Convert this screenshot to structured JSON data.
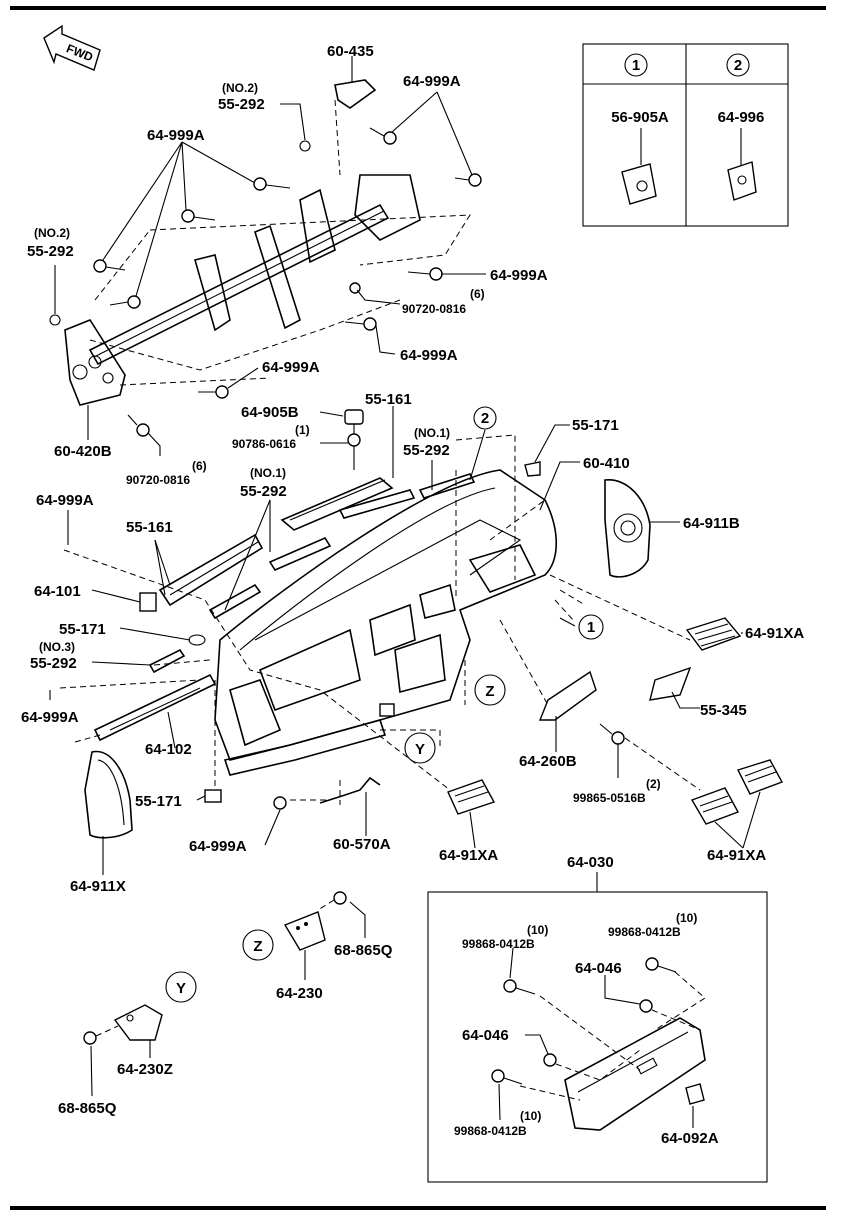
{
  "fwd_label": "FWD",
  "legend": {
    "cols": [
      {
        "key": "1",
        "part": "56-905A"
      },
      {
        "key": "2",
        "part": "64-996"
      }
    ]
  },
  "labels": {
    "p60_435": "60-435",
    "no2_a": "(NO.2)",
    "p55_292_a": "55-292",
    "p64_999a_top": "64-999A",
    "p64_999a_left": "64-999A",
    "no2_b": "(NO.2)",
    "p55_292_b": "55-292",
    "p64_999a_r1": "64-999A",
    "p90720_a": "90720-0816",
    "q6_a": "(6)",
    "p64_999a_r2": "64-999A",
    "p64_999a_mid": "64-999A",
    "p60_420b": "60-420B",
    "p90720_b": "90720-0816",
    "q6_b": "(6)",
    "p64_905b": "64-905B",
    "q1_a": "(1)",
    "p90786": "90786-0616",
    "p55_161_a": "55-161",
    "no1_a": "(NO.1)",
    "p55_292_c": "55-292",
    "callout_2": "2",
    "p55_171_a": "55-171",
    "p60_410": "60-410",
    "p64_911b": "64-911B",
    "no1_b": "(NO.1)",
    "p55_292_d": "55-292",
    "p64_999a_l2": "64-999A",
    "p55_161_b": "55-161",
    "p64_101": "64-101",
    "p55_171_b": "55-171",
    "no3": "(NO.3)",
    "p55_292_e": "55-292",
    "callout_1": "1",
    "p64_91xa_a": "64-91XA",
    "p55_345": "55-345",
    "p64_999a_l3": "64-999A",
    "p64_102": "64-102",
    "callout_z": "Z",
    "callout_y": "Y",
    "p64_260b": "64-260B",
    "q2": "(2)",
    "p99865": "99865-0516B",
    "p55_171_c": "55-171",
    "p64_999a_b": "64-999A",
    "p60_570a": "60-570A",
    "p64_91xa_b": "64-91XA",
    "p64_91xa_c": "64-91XA",
    "p64_911x": "64-911X",
    "p64_030": "64-030",
    "q10_a": "(10)",
    "p99868_a": "99868-0412B",
    "q10_b": "(10)",
    "p99868_b": "99868-0412B",
    "p64_046_a": "64-046",
    "p64_046_b": "64-046",
    "q10_c": "(10)",
    "p99868_c": "99868-0412B",
    "p64_092a": "64-092A",
    "inset_z": "Z",
    "p68_865q_a": "68-865Q",
    "p64_230": "64-230",
    "inset_y": "Y",
    "p64_230z": "64-230Z",
    "p68_865q_b": "68-865Q"
  }
}
